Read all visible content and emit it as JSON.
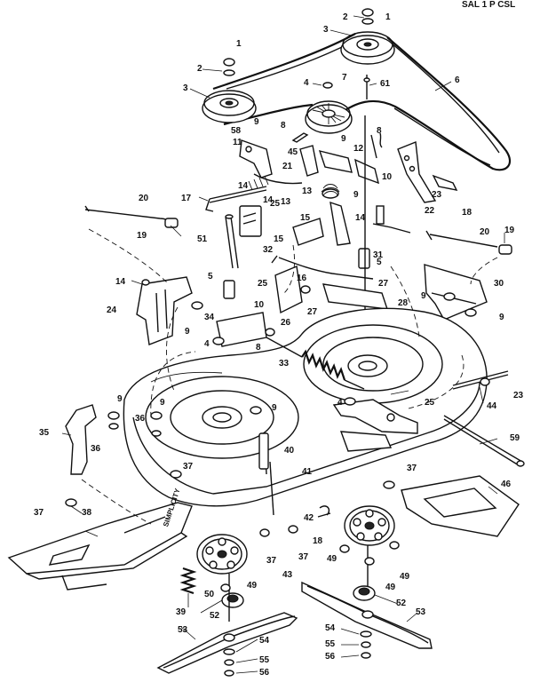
{
  "header_text": "SAL 1 P CSL",
  "deck_label": "SIMPLICITY",
  "callouts": [
    {
      "id": "c-1a",
      "text": "1"
    },
    {
      "id": "c-2a",
      "text": "2"
    },
    {
      "id": "c-3a",
      "text": "3"
    },
    {
      "id": "c-1b",
      "text": "1"
    },
    {
      "id": "c-2b",
      "text": "2"
    },
    {
      "id": "c-3b",
      "text": "3"
    },
    {
      "id": "c-4a",
      "text": "4"
    },
    {
      "id": "c-7",
      "text": "7"
    },
    {
      "id": "c-61",
      "text": "61"
    },
    {
      "id": "c-6",
      "text": "6"
    },
    {
      "id": "c-58",
      "text": "58"
    },
    {
      "id": "c-9a",
      "text": "9"
    },
    {
      "id": "c-8a",
      "text": "8"
    },
    {
      "id": "c-9b",
      "text": "9"
    },
    {
      "id": "c-11",
      "text": "11"
    },
    {
      "id": "c-45",
      "text": "45"
    },
    {
      "id": "c-12",
      "text": "12"
    },
    {
      "id": "c-8b",
      "text": "8"
    },
    {
      "id": "c-21",
      "text": "21"
    },
    {
      "id": "c-10a",
      "text": "10"
    },
    {
      "id": "c-23a",
      "text": "23"
    },
    {
      "id": "c-17",
      "text": "17"
    },
    {
      "id": "c-14a",
      "text": "14"
    },
    {
      "id": "c-13a",
      "text": "13"
    },
    {
      "id": "c-13b",
      "text": "13"
    },
    {
      "id": "c-9c",
      "text": "9"
    },
    {
      "id": "c-22",
      "text": "22"
    },
    {
      "id": "c-18a",
      "text": "18"
    },
    {
      "id": "c-20a",
      "text": "20"
    },
    {
      "id": "c-19a",
      "text": "19"
    },
    {
      "id": "c-25a",
      "text": "25"
    },
    {
      "id": "c-15a",
      "text": "15"
    },
    {
      "id": "c-14b",
      "text": "14"
    },
    {
      "id": "c-14c",
      "text": "14"
    },
    {
      "id": "c-51",
      "text": "51"
    },
    {
      "id": "c-15b",
      "text": "15"
    },
    {
      "id": "c-32",
      "text": "32"
    },
    {
      "id": "c-31",
      "text": "31"
    },
    {
      "id": "c-20b",
      "text": "20"
    },
    {
      "id": "c-19b",
      "text": "19"
    },
    {
      "id": "c-5a",
      "text": "5"
    },
    {
      "id": "c-16",
      "text": "16"
    },
    {
      "id": "c-14d",
      "text": "14"
    },
    {
      "id": "c-27a",
      "text": "27"
    },
    {
      "id": "c-30",
      "text": "30"
    },
    {
      "id": "c-5b",
      "text": "5"
    },
    {
      "id": "c-25b",
      "text": "25"
    },
    {
      "id": "c-28",
      "text": "28"
    },
    {
      "id": "c-9d",
      "text": "9"
    },
    {
      "id": "c-24",
      "text": "24"
    },
    {
      "id": "c-10b",
      "text": "10"
    },
    {
      "id": "c-27b",
      "text": "27"
    },
    {
      "id": "c-9e",
      "text": "9"
    },
    {
      "id": "c-34",
      "text": "34"
    },
    {
      "id": "c-26",
      "text": "26"
    },
    {
      "id": "c-9f",
      "text": "9"
    },
    {
      "id": "c-4b",
      "text": "4"
    },
    {
      "id": "c-8c",
      "text": "8"
    },
    {
      "id": "c-33",
      "text": "33"
    },
    {
      "id": "c-4c",
      "text": "4"
    },
    {
      "id": "c-25c",
      "text": "25"
    },
    {
      "id": "c-44",
      "text": "44"
    },
    {
      "id": "c-23b",
      "text": "23"
    },
    {
      "id": "c-9g",
      "text": "9"
    },
    {
      "id": "c-9h",
      "text": "9"
    },
    {
      "id": "c-9i",
      "text": "9"
    },
    {
      "id": "c-36a",
      "text": "36"
    },
    {
      "id": "c-35",
      "text": "35"
    },
    {
      "id": "c-36b",
      "text": "36"
    },
    {
      "id": "c-37a",
      "text": "37"
    },
    {
      "id": "c-40",
      "text": "40"
    },
    {
      "id": "c-41",
      "text": "41"
    },
    {
      "id": "c-59",
      "text": "59"
    },
    {
      "id": "c-37b",
      "text": "37"
    },
    {
      "id": "c-46",
      "text": "46"
    },
    {
      "id": "c-37c",
      "text": "37"
    },
    {
      "id": "c-38",
      "text": "38"
    },
    {
      "id": "c-42",
      "text": "42"
    },
    {
      "id": "c-18b",
      "text": "18"
    },
    {
      "id": "c-37d",
      "text": "37"
    },
    {
      "id": "c-37e",
      "text": "37"
    },
    {
      "id": "c-43",
      "text": "43"
    },
    {
      "id": "c-49a",
      "text": "49"
    },
    {
      "id": "c-49b",
      "text": "49"
    },
    {
      "id": "c-49c",
      "text": "49"
    },
    {
      "id": "c-39",
      "text": "39"
    },
    {
      "id": "c-50",
      "text": "50"
    },
    {
      "id": "c-49d",
      "text": "49"
    },
    {
      "id": "c-52a",
      "text": "52"
    },
    {
      "id": "c-52b",
      "text": "52"
    },
    {
      "id": "c-53a",
      "text": "53"
    },
    {
      "id": "c-53b",
      "text": "53"
    },
    {
      "id": "c-54a",
      "text": "54"
    },
    {
      "id": "c-54b",
      "text": "54"
    },
    {
      "id": "c-55a",
      "text": "55"
    },
    {
      "id": "c-55b",
      "text": "55"
    },
    {
      "id": "c-56a",
      "text": "56"
    },
    {
      "id": "c-56b",
      "text": "56"
    }
  ]
}
